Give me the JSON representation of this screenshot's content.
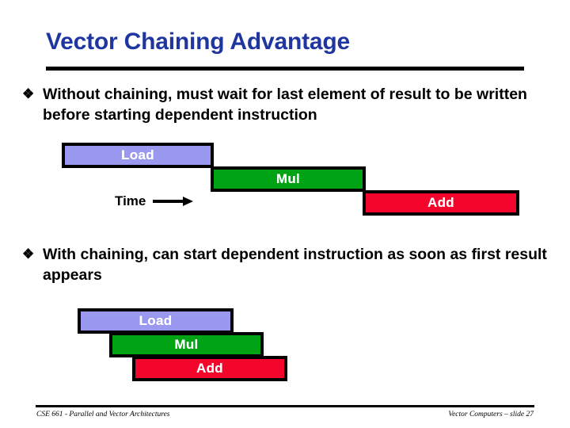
{
  "slide": {
    "title": "Vector Chaining Advantage",
    "title_color": "#1f35a0",
    "bullet_glyph": "❖"
  },
  "bullets": [
    {
      "text": "Without chaining, must wait for last element of result to be written before starting dependent instruction"
    },
    {
      "text": "With chaining, can start dependent instruction as soon as first result appears"
    }
  ],
  "diagram_unchained": {
    "time_label": "Time",
    "bars": [
      {
        "label": "Load",
        "color": "#9a99ef"
      },
      {
        "label": "Mul",
        "color": "#00a313"
      },
      {
        "label": "Add",
        "color": "#f4052c"
      }
    ]
  },
  "diagram_chained": {
    "bars": [
      {
        "label": "Load",
        "color": "#9a99ef"
      },
      {
        "label": "Mul",
        "color": "#00a313"
      },
      {
        "label": "Add",
        "color": "#f4052c"
      }
    ]
  },
  "footer": {
    "left": "CSE 661 - Parallel and Vector Architectures",
    "right": "Vector Computers – slide 27"
  }
}
